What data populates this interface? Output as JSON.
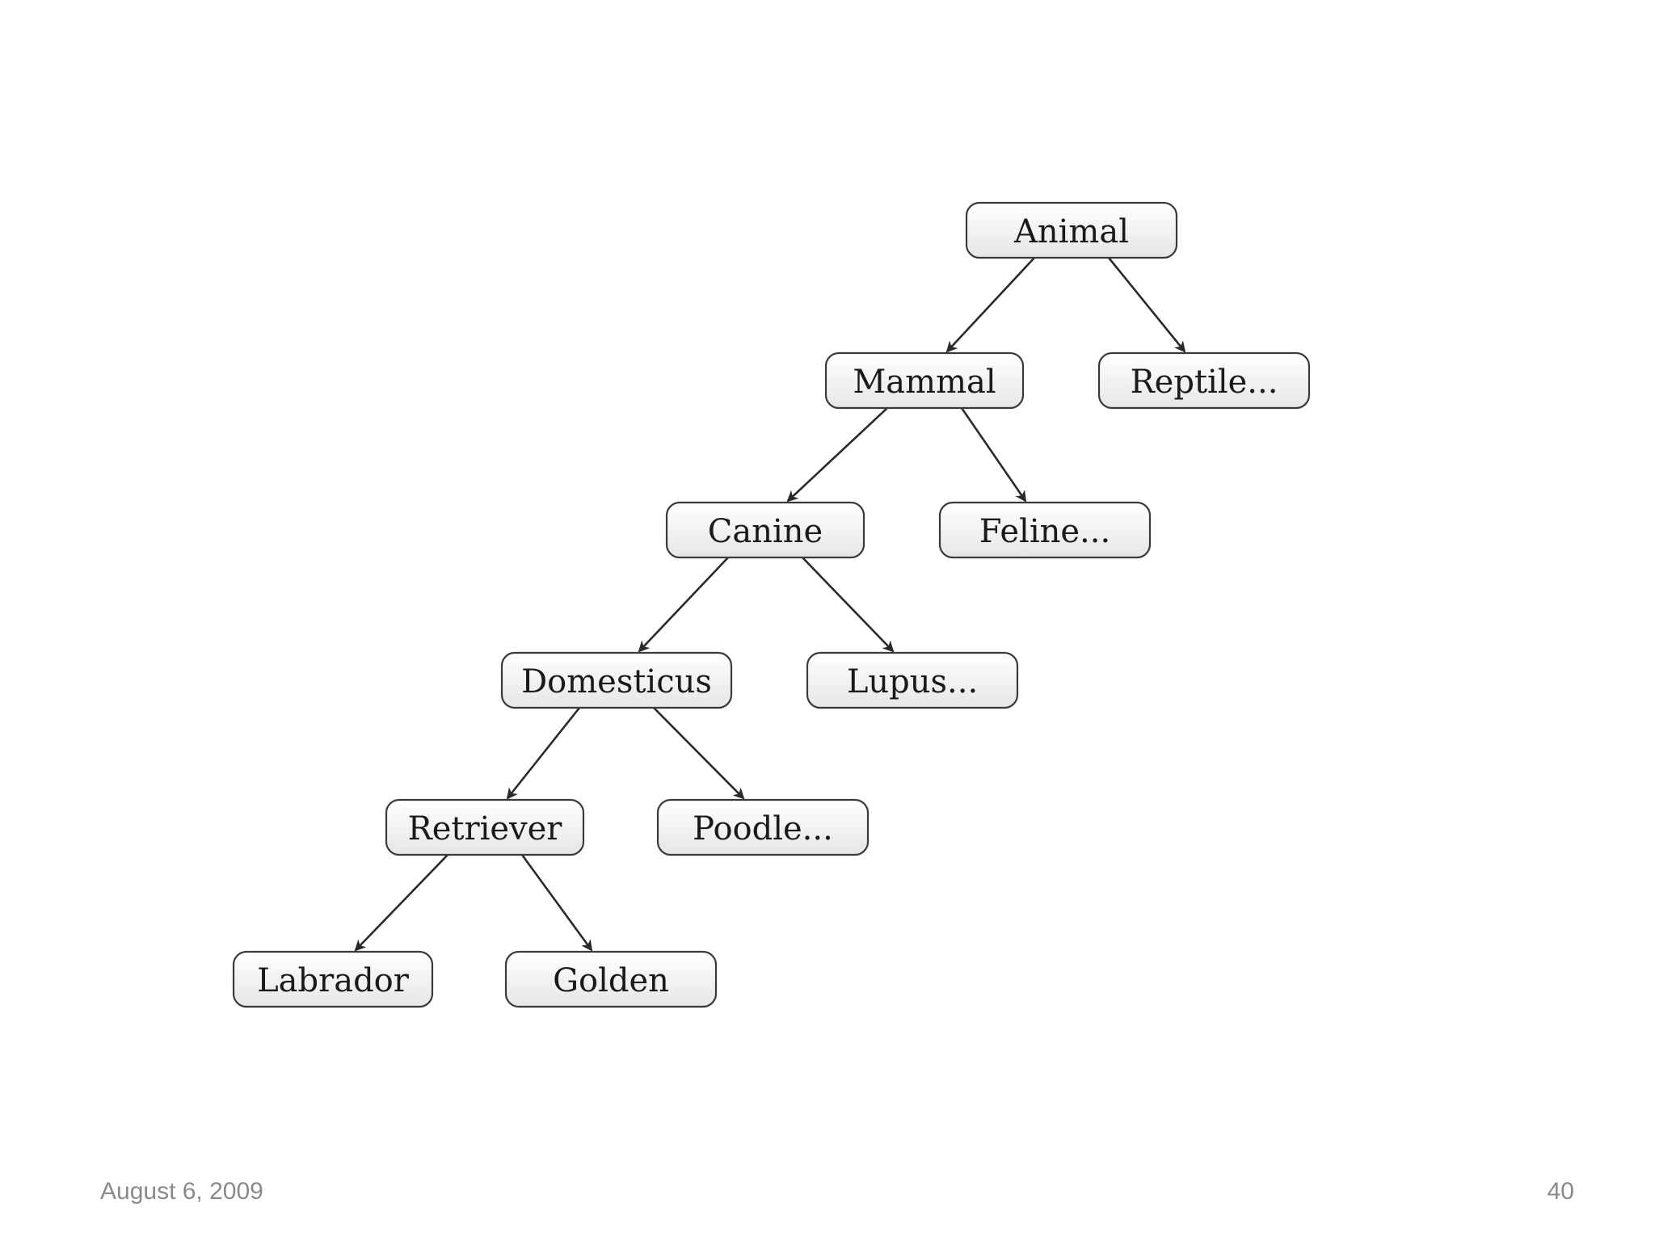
{
  "diagram": {
    "nodes": [
      {
        "id": "animal",
        "label": "Animal"
      },
      {
        "id": "mammal",
        "label": "Mammal"
      },
      {
        "id": "reptile",
        "label": "Reptile..."
      },
      {
        "id": "canine",
        "label": "Canine"
      },
      {
        "id": "feline",
        "label": "Feline..."
      },
      {
        "id": "domesticus",
        "label": "Domesticus"
      },
      {
        "id": "lupus",
        "label": "Lupus..."
      },
      {
        "id": "retriever",
        "label": "Retriever"
      },
      {
        "id": "poodle",
        "label": "Poodle..."
      },
      {
        "id": "labrador",
        "label": "Labrador"
      },
      {
        "id": "golden",
        "label": "Golden"
      }
    ],
    "edges": [
      {
        "from": "animal",
        "to": "mammal"
      },
      {
        "from": "animal",
        "to": "reptile"
      },
      {
        "from": "mammal",
        "to": "canine"
      },
      {
        "from": "mammal",
        "to": "feline"
      },
      {
        "from": "canine",
        "to": "domesticus"
      },
      {
        "from": "canine",
        "to": "lupus"
      },
      {
        "from": "domesticus",
        "to": "retriever"
      },
      {
        "from": "domesticus",
        "to": "poodle"
      },
      {
        "from": "retriever",
        "to": "labrador"
      },
      {
        "from": "retriever",
        "to": "golden"
      }
    ]
  },
  "footer": {
    "date": "August 6, 2009",
    "page_number": "40"
  }
}
